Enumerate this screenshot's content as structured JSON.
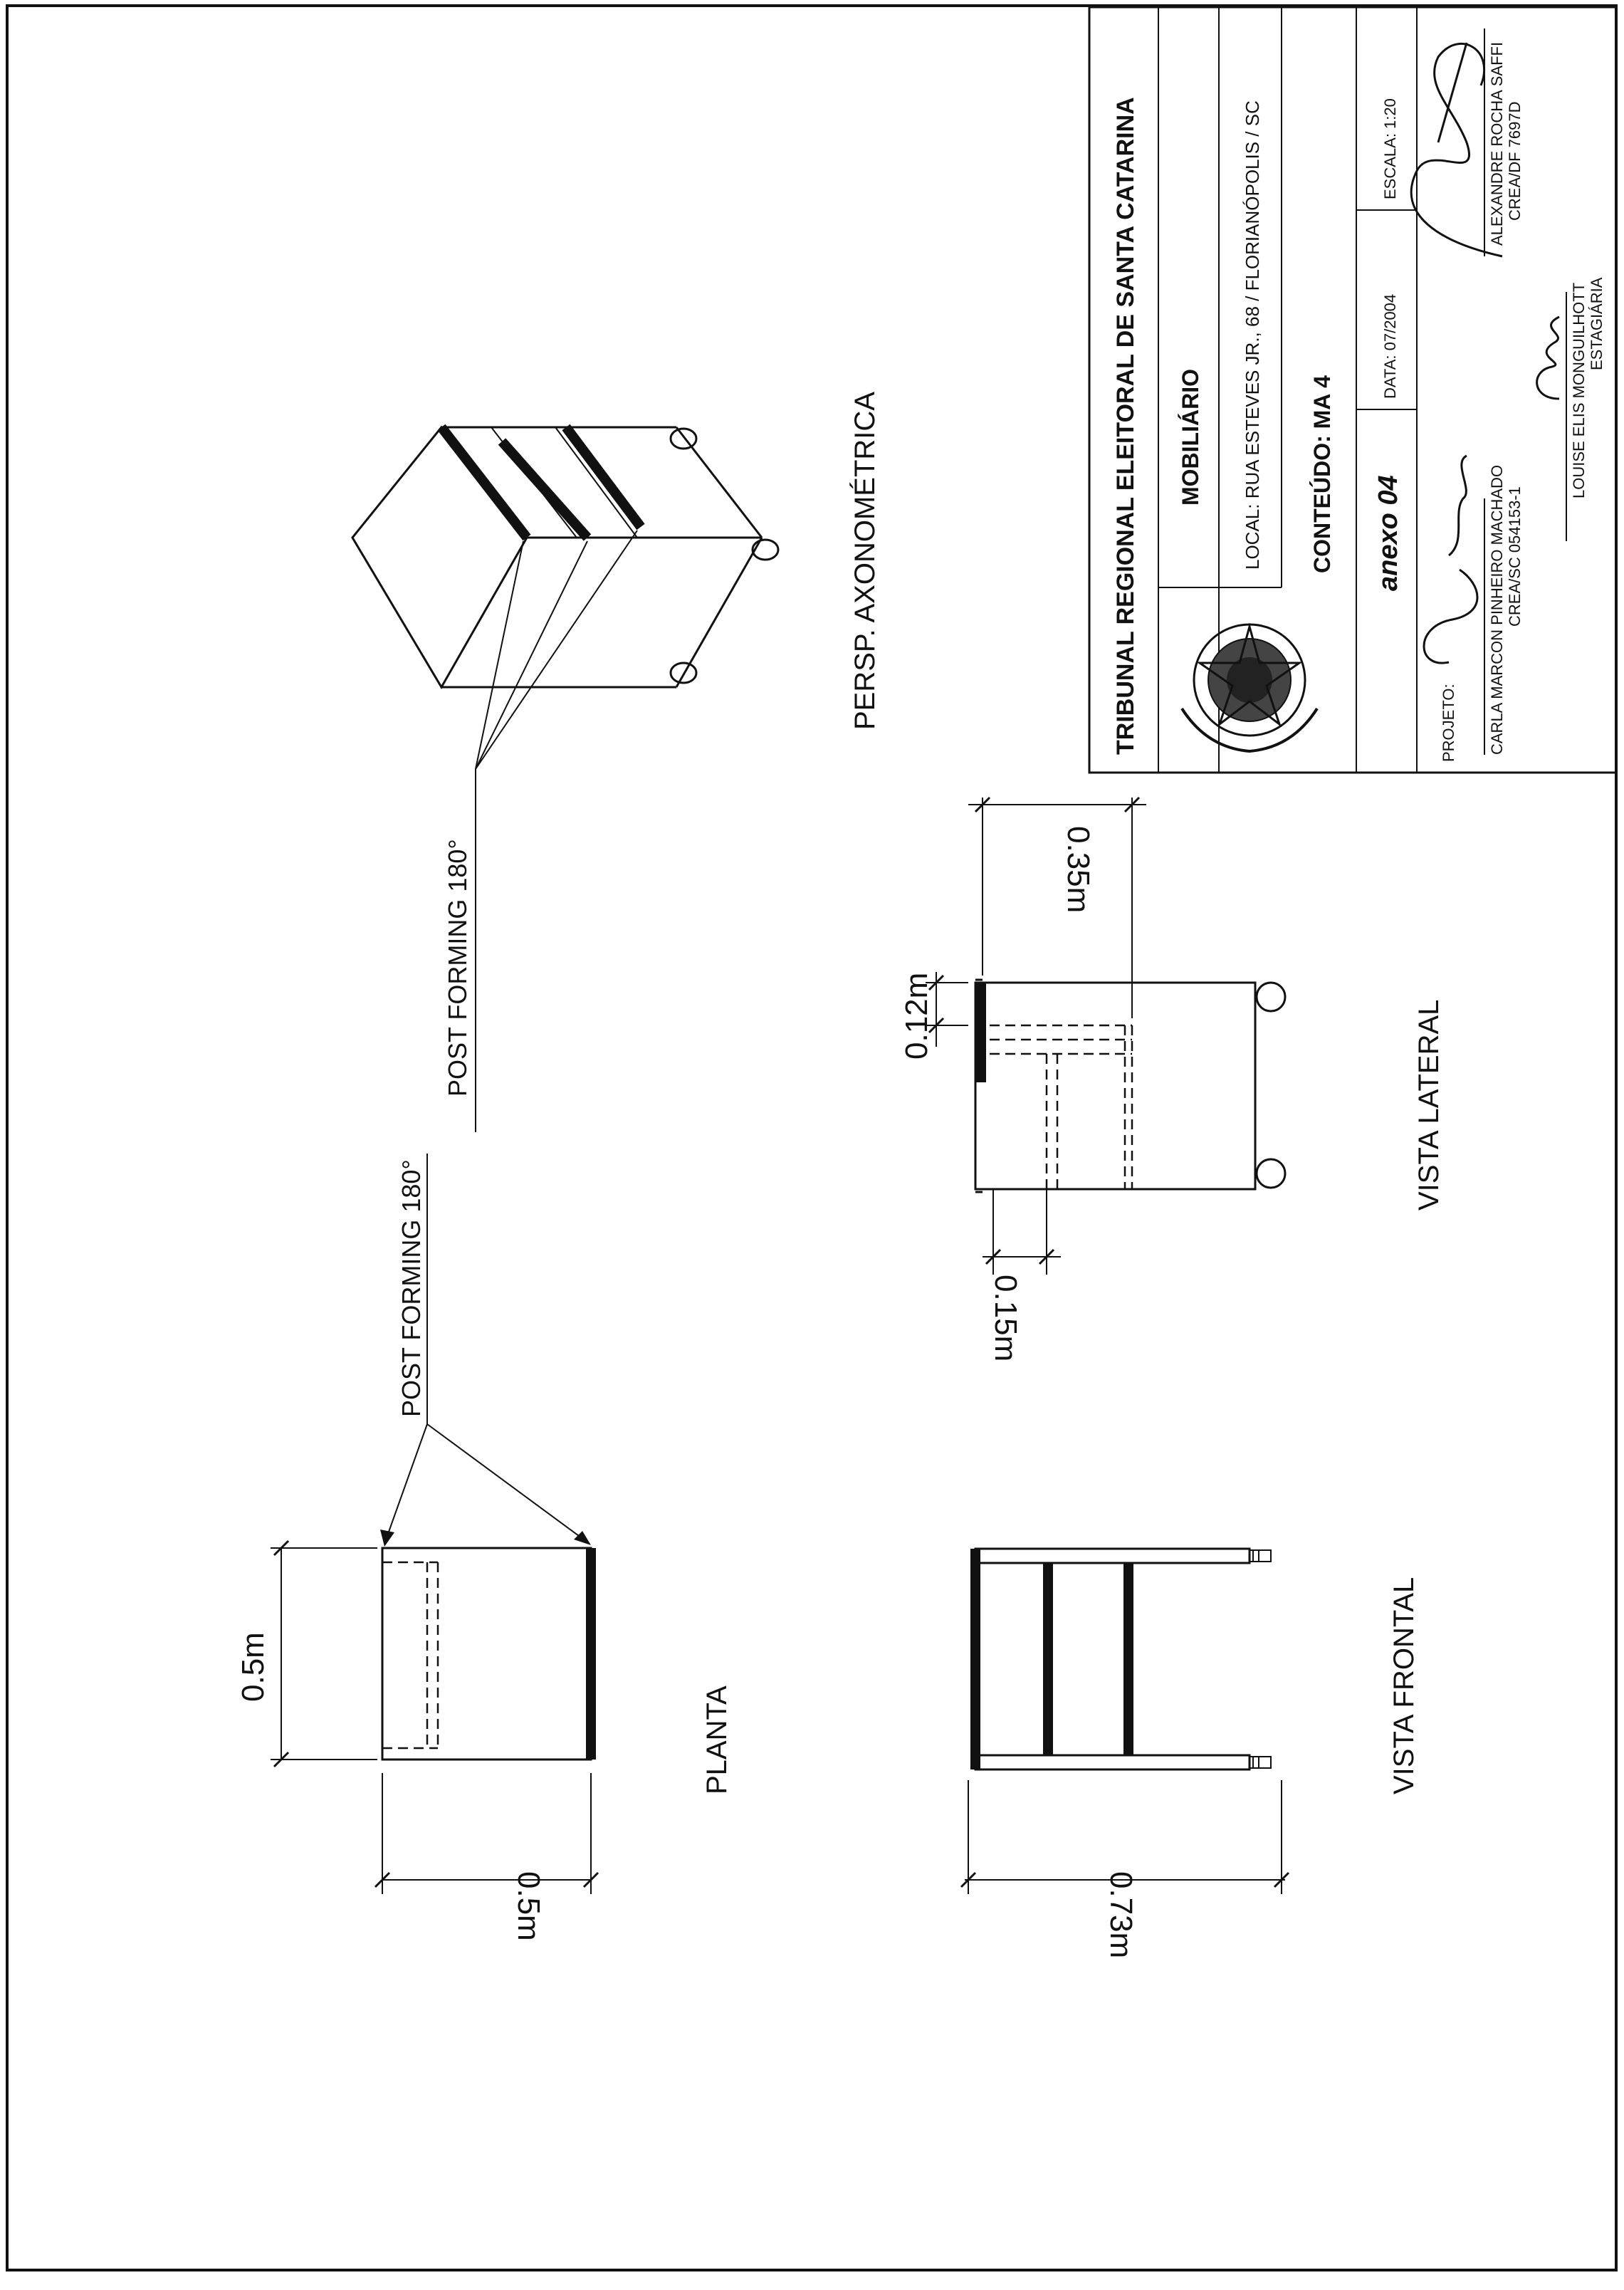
{
  "title_block": {
    "institution": "TRIBUNAL REGIONAL ELEITORAL DE SANTA CATARINA",
    "subject": "MOBILIÁRIO",
    "location": "LOCAL: RUA ESTEVES JR., 68 / FLORIANÓPOLIS / SC",
    "content": "CONTEÚDO: MA 4",
    "annex": "anexo 04",
    "date": "DATA: 07/2004",
    "scale": "ESCALA: 1:20",
    "project_label": "PROJETO:",
    "author1_name": "CARLA MARCON PINHEIRO MACHADO",
    "author1_reg": "CREA/SC 054153-1",
    "author2_name": "ALEXANDRE ROCHA SAFFI",
    "author2_reg": "CREA/DF 7697D",
    "author3_name": "LOUISE ELIS MONGUILHOTT",
    "author3_role": "ESTAGIÁRIA"
  },
  "views": {
    "plan": "PLANTA",
    "front": "VISTA FRONTAL",
    "side": "VISTA LATERAL",
    "axonometric": "PERSP. AXONOMÉTRICA"
  },
  "annotations": {
    "post_forming_1": "POST FORMING 180°",
    "post_forming_2": "POST FORMING 180°"
  },
  "dimensions": {
    "plan_width": "0.5m",
    "plan_depth": "0.5m",
    "front_height": "0.73m",
    "side_top": "0.12m",
    "side_bottom": "0.15m",
    "side_depth": "0.35m"
  }
}
